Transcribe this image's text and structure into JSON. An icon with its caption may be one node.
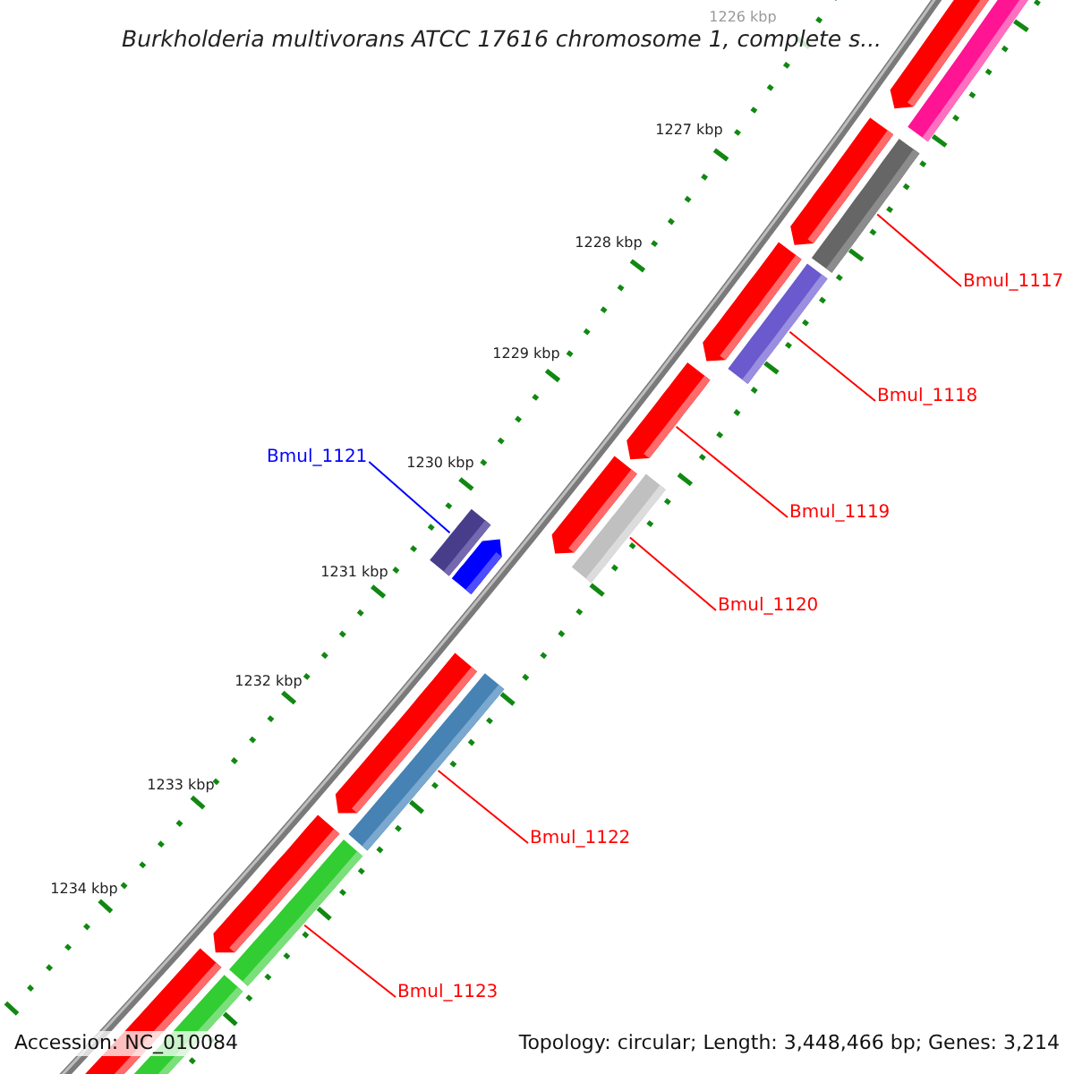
{
  "diagram": {
    "title": "Burkholderia multivorans ATCC 17616 chromosome 1, complete s...",
    "nodes": [
      {
        "text": [
          "Bmul_1117"
        ]
      },
      {
        "text": [],
        "shape": "bar"
      },
      {
        "text": [
          "Bmul_1118"
        ]
      },
      {
        "text": [],
        "shape": "bar"
      },
      {
        "text": [
          "Bmul_1121"
        ]
      },
      {
        "text": [],
        "shape": "bar"
      },
      {
        "text": [
          "Bmul_1119"
        ]
      },
      {
        "text": [],
        "shape": "bar"
      },
      {
        "text": [
          "Bmul_1120"
        ]
      },
      {
        "text": [],
        "shape": "bar"
      },
      {
        "text": [
          "Bmul_1122"
        ]
      },
      {
        "text": [],
        "shape": "bar"
      },
      {
        "text": [
          "Bmul_1123"
        ]
      },
      {
        "text": [],
        "shape": "bar"
      }
    ],
    "edges": [
      {
        "from": 0,
        "to": 1,
        "arrow": "none"
      },
      {
        "from": 2,
        "to": 3,
        "arrow": "none"
      },
      {
        "from": 4,
        "to": 5,
        "arrow": "none",
        "color": "#0000ff"
      },
      {
        "from": 6,
        "to": 7,
        "arrow": "none"
      },
      {
        "from": 8,
        "to": 9,
        "arrow": "none"
      },
      {
        "from": 10,
        "to": 11,
        "arrow": "none"
      },
      {
        "from": 12,
        "to": 13,
        "arrow": "none"
      }
    ],
    "labels": [
      "1226 kbp",
      "1227 kbp",
      "1228 kbp",
      "1229 kbp",
      "1230 kbp",
      "1231 kbp",
      "1232 kbp",
      "1233 kbp",
      "1234 kbp",
      "Accession: NC_010084",
      "Topology: circular; Length: 3,448,466 bp; Genes: 3,214"
    ]
  }
}
